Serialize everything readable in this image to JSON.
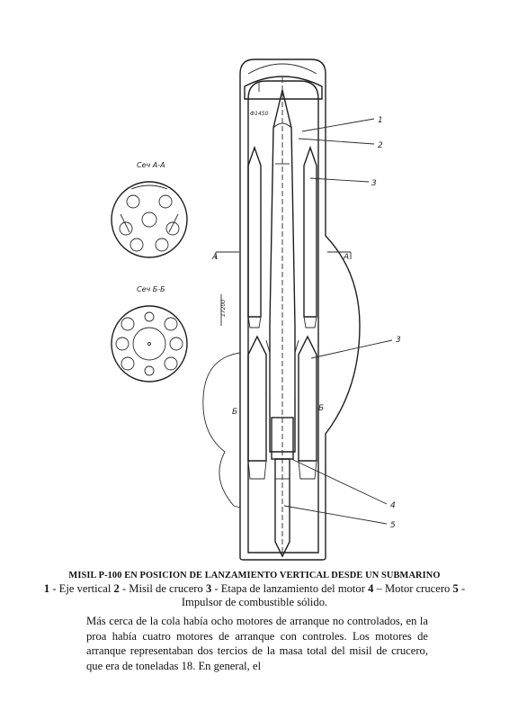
{
  "figure": {
    "annotations": {
      "callouts": [
        "1",
        "2",
        "3",
        "3",
        "4",
        "5"
      ],
      "section_aa": "Сеч А-А",
      "section_bb": "Сеч Б-Б",
      "cut_a": "А",
      "cut_b": "Б",
      "diameter": "Ф1450",
      "height": "17200"
    }
  },
  "caption": {
    "title": "MISIL P-100 EN POSICION DE LANZAMIENTO VERTICAL DESDE UN SUBMARINO",
    "items": [
      {
        "num": "1",
        "text": " - Eje vertical "
      },
      {
        "num": "2",
        "text": " - Misil de crucero "
      },
      {
        "num": "3",
        "text": " - Etapa de lanzamiento del motor "
      },
      {
        "num": "4",
        "text": " – Motor crucero "
      },
      {
        "num": "5",
        "text": " - Impulsor de combustible sólido."
      }
    ]
  },
  "body": {
    "paragraph": "Más cerca de la cola había ocho motores de arranque no controlados, en la proa había cuatro motores de arranque con controles. Los motores de arranque representaban dos tercios de la masa total del misil de crucero, que era de toneladas 18. En general, el"
  }
}
